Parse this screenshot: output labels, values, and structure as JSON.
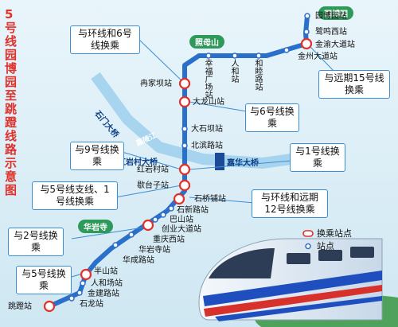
{
  "title": "5号线园博园至跳蹬线路示意图",
  "stations": {
    "yuanboyuan": "园博园站",
    "luming": "鹭鸣西站",
    "jinyu": "金渝大道站",
    "jinzhou": "金州大道站",
    "heshenglu": "和睦路站",
    "renhe": "人和站",
    "xingfu": "幸福广场站",
    "ranjiaba": "冉家坝站",
    "dalongshan": "大龙山站",
    "dashijie": "大石坝站",
    "beibinlu": "北滨路站",
    "hongyancun": "红岩村站",
    "xiezikou": "歇台子站",
    "shiqiaopu": "石桥铺站",
    "shixinlu": "石新路站",
    "bashan": "巴山站",
    "chuangye": "创业大道站",
    "chongqingxi": "重庆西站",
    "huayansi": "华岩寺站",
    "huachenglu": "华成路站",
    "banshan": "半山站",
    "renhechang": "人和场站",
    "jinjianglu": "金建路站",
    "shilong": "石龙站",
    "tiaodeng": "跳蹬站"
  },
  "callouts": {
    "huan6": "与环线和6号线换乘",
    "yuanqi15": "与远期15号线换乘",
    "line6": "与6号线换乘",
    "line9": "与9号线换乘",
    "line1": "与1号线换乘",
    "branch5": "与5号线支线、1号线换乘",
    "huan12": "与环线和远期12号线换乘",
    "line2": "与2号线换乘",
    "line5": "与5号线换乘"
  },
  "areas": {
    "yuanboyuan": "园博园",
    "zhaomushan": "照母山",
    "huayansi": "华岩寺"
  },
  "bridges": {
    "hongyancun": "红岩村大桥",
    "jiahua": "嘉华大桥",
    "shimen": "石门大桥"
  },
  "river": "嘉陵江",
  "legend": {
    "transfer": "换乘站点",
    "station": "站点"
  },
  "colors": {
    "line": "#2a6fc9",
    "callout_border": "#3b8fd4",
    "title": "#e0312b",
    "transfer": "#e0312b",
    "area_green": "#2e9a5a"
  }
}
